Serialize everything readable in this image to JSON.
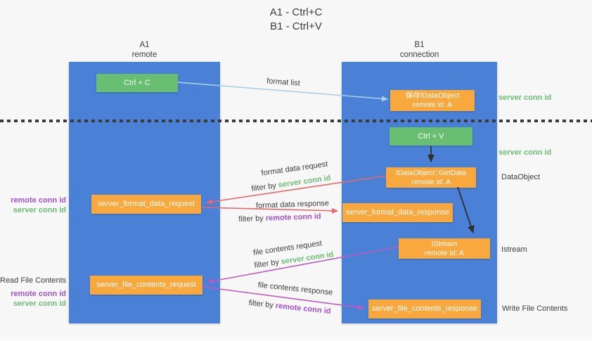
{
  "title": {
    "line1": "A1 - Ctrl+C",
    "line2": "B1 - Ctrl+V"
  },
  "lanes": {
    "a1": {
      "name": "A1",
      "subtitle": "remote"
    },
    "b1": {
      "name": "B1",
      "subtitle": "connection"
    }
  },
  "events": {
    "ctrl_c": "Ctrl + C",
    "ctrl_v": "Ctrl + V"
  },
  "nodes": {
    "save_idataobject": {
      "line1": "保存IDataObject",
      "line2": "remote id: A"
    },
    "getdata": {
      "line1": "IDataObject::GetData",
      "line2": "remote id: A"
    },
    "istream": {
      "line1": "IStream",
      "line2": "remote id: A"
    },
    "server_format_data_request": "server_format_data_request",
    "server_format_data_response": "server_format_data_response",
    "server_file_contents_request": "server_file_contents_request",
    "server_file_contents_response": "server_file_contents_response"
  },
  "side_labels": {
    "server_conn_id_top": "server conn id",
    "server_conn_id_mid": "server conn id",
    "dataobject": "DataObject",
    "istream": "Istream",
    "write_file_contents": "Write File Contents",
    "read_file_contents": "Read File Contents",
    "remote_conn_id_1": "remote conn id",
    "server_conn_id_1": "server conn id",
    "remote_conn_id_2": "remote conn id",
    "server_conn_id_2": "server conn id"
  },
  "arrow_labels": {
    "format_list": "format list",
    "format_data_request": "format data request",
    "filter_by_1": "filter by ",
    "filter_value_1": "server conn id",
    "format_data_response": "format data response",
    "filter_by_2": "filter by ",
    "filter_value_2": "remote conn id",
    "file_contents_request": "file contents request",
    "filter_by_3": "filter by ",
    "filter_value_3": "server conn id",
    "file_contents_response": "file contents response",
    "filter_by_4": "filter by ",
    "filter_value_4": "remote conn id"
  },
  "colors": {
    "lane_blue": "#4a80d6",
    "box_green": "#68be71",
    "box_orange": "#f9a83e",
    "arrow_light_blue": "#a8cfea",
    "arrow_red": "#e5686b",
    "arrow_magenta": "#bc5cbe",
    "arrow_black": "#2f2f2f",
    "text_green": "#68be71",
    "text_purple": "#a44fc9",
    "text_dark": "#3c3c3c",
    "background": "#f7f7f8"
  }
}
